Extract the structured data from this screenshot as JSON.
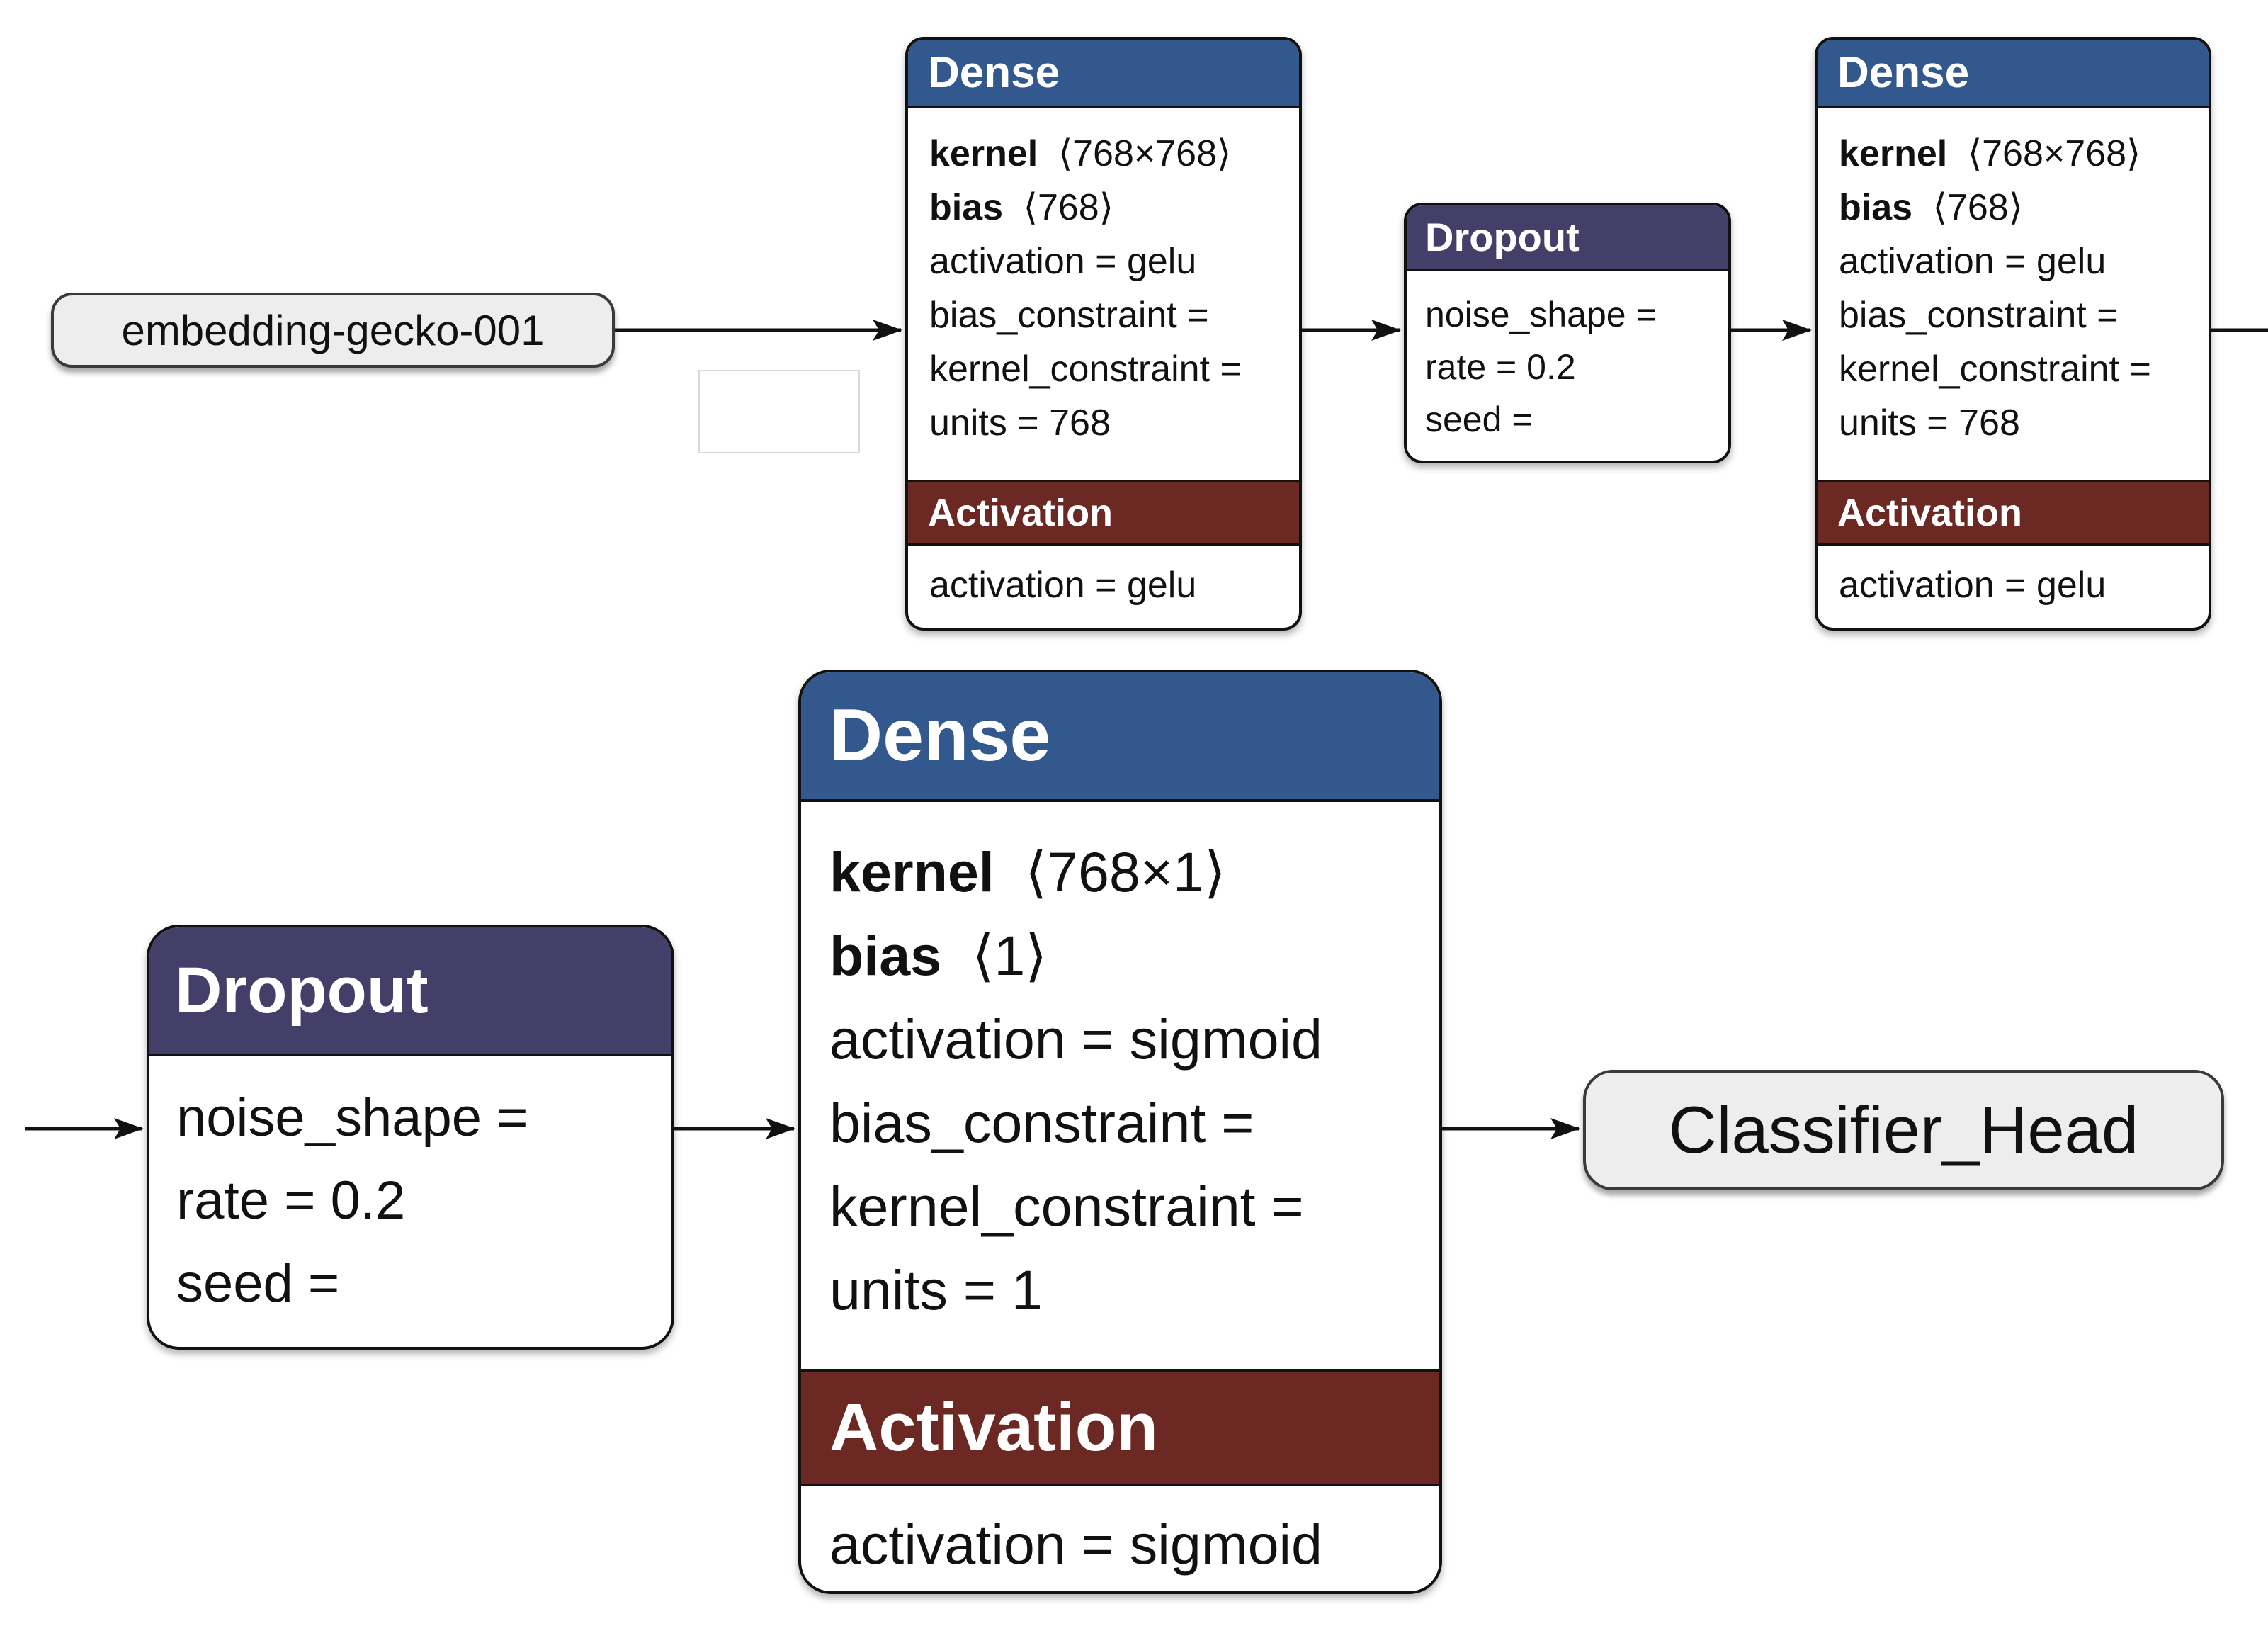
{
  "colors": {
    "dense_header": "#33588e",
    "dropout_header": "#443f69",
    "activation_band": "#6c2822",
    "node_fill": "#ededed",
    "edge_color": "#111111"
  },
  "nodes": {
    "input": {
      "label": "embedding-gecko-001"
    },
    "dense_1": {
      "title": "Dense",
      "params": [
        {
          "key": "kernel",
          "value": "⟨768×768⟩"
        },
        {
          "key": "bias",
          "value": "⟨768⟩"
        },
        {
          "key": "",
          "value": "activation = gelu"
        },
        {
          "key": "",
          "value": "bias_constraint ="
        },
        {
          "key": "",
          "value": "kernel_constraint ="
        },
        {
          "key": "",
          "value": "units = 768"
        }
      ],
      "activation_title": "Activation",
      "activation_line": "activation = gelu"
    },
    "dropout_1": {
      "title": "Dropout",
      "params": [
        {
          "key": "",
          "value": "noise_shape ="
        },
        {
          "key": "",
          "value": "rate = 0.2"
        },
        {
          "key": "",
          "value": "seed ="
        }
      ]
    },
    "dense_2": {
      "title": "Dense",
      "params": [
        {
          "key": "kernel",
          "value": "⟨768×768⟩"
        },
        {
          "key": "bias",
          "value": "⟨768⟩"
        },
        {
          "key": "",
          "value": "activation = gelu"
        },
        {
          "key": "",
          "value": "bias_constraint ="
        },
        {
          "key": "",
          "value": "kernel_constraint ="
        },
        {
          "key": "",
          "value": "units = 768"
        }
      ],
      "activation_title": "Activation",
      "activation_line": "activation = gelu"
    },
    "dropout_2": {
      "title": "Dropout",
      "params": [
        {
          "key": "",
          "value": "noise_shape ="
        },
        {
          "key": "",
          "value": "rate = 0.2"
        },
        {
          "key": "",
          "value": "seed ="
        }
      ]
    },
    "dense_3": {
      "title": "Dense",
      "params": [
        {
          "key": "kernel",
          "value": "⟨768×1⟩"
        },
        {
          "key": "bias",
          "value": "⟨1⟩"
        },
        {
          "key": "",
          "value": "activation = sigmoid"
        },
        {
          "key": "",
          "value": "bias_constraint ="
        },
        {
          "key": "",
          "value": "kernel_constraint ="
        },
        {
          "key": "",
          "value": "units = 1"
        }
      ],
      "activation_title": "Activation",
      "activation_line": "activation = sigmoid"
    },
    "output": {
      "label": "Classifier_Head"
    }
  }
}
